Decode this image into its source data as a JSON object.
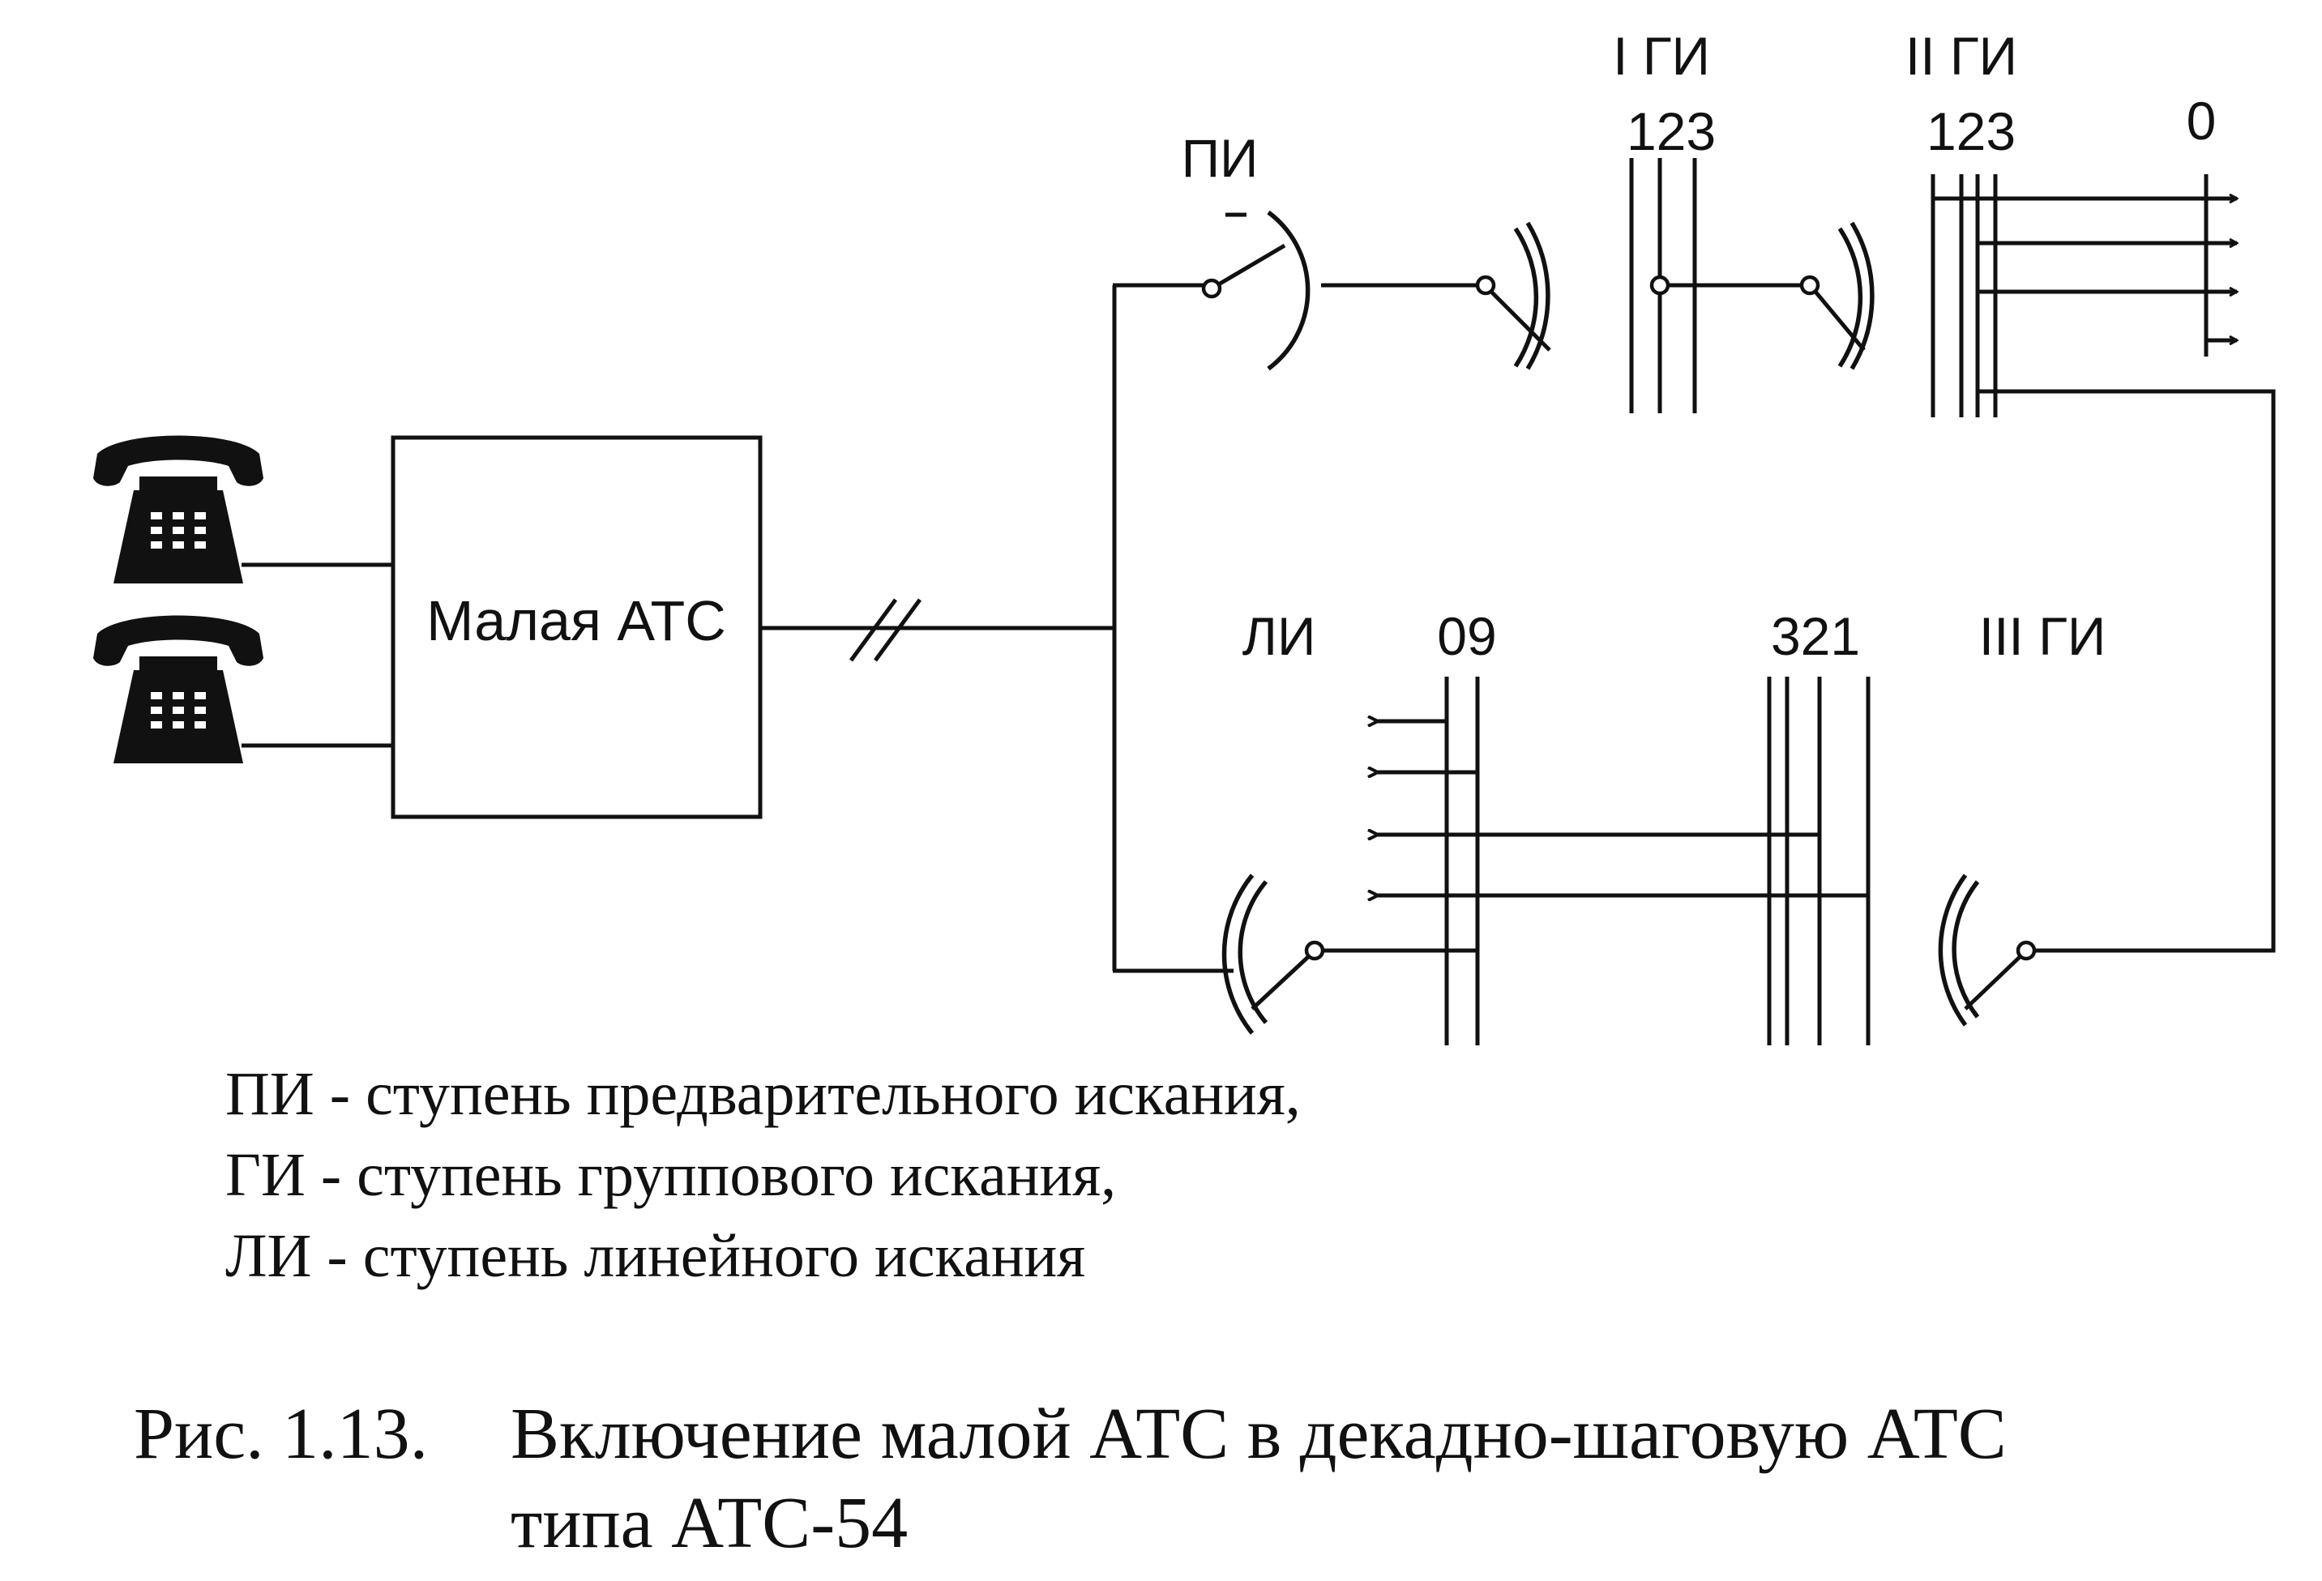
{
  "diagram": {
    "pbx_label": "Малая АТС",
    "stages": {
      "pi": "ПИ",
      "gi1": "I ГИ",
      "gi2": "II ГИ",
      "gi3": "III ГИ",
      "li": "ЛИ"
    },
    "numbers": {
      "gi1_digits": "123",
      "gi2_digits": "123",
      "gi2_zero": "0",
      "li_digits": "09",
      "gi3_digits": "321"
    },
    "pi_mark": "–"
  },
  "legend": [
    "ПИ - ступень предварительного искания,",
    "ГИ - ступень группового искания,",
    "ЛИ - ступень линейного искания"
  ],
  "caption": {
    "number": "Рис. 1.13.",
    "line1": "Включение малой АТС в декадно-шаговую АТС",
    "line2": "типа АТС-54"
  }
}
